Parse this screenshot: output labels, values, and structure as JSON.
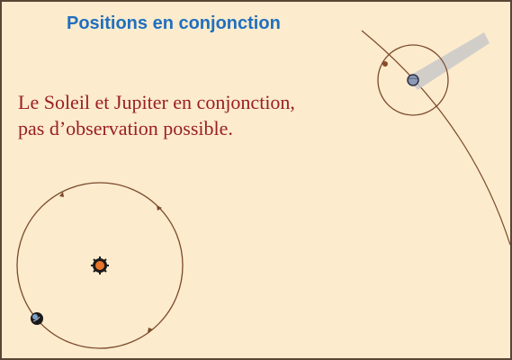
{
  "title": "Positions en conjonction",
  "caption": {
    "line1": "Le Soleil et Jupiter en conjonction,",
    "line2": "pas d’observation possible."
  },
  "colors": {
    "background": "#fcebcd",
    "border": "#5a4636",
    "title": "#1f6fbf",
    "caption": "#9a1f24",
    "orbit": "#7a4a2a",
    "sun": "#e8742a",
    "earth": "#1a1a1a",
    "jupiter": "#8d9ab5",
    "shadow": "#c9c9c9"
  },
  "icons": {
    "sun": "sun-icon",
    "earth": "earth-icon",
    "jupiter": "jupiter-icon"
  }
}
